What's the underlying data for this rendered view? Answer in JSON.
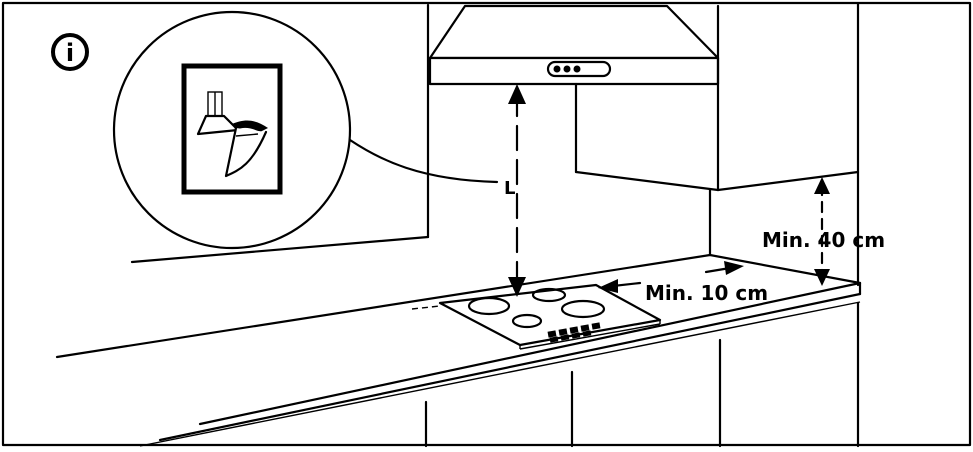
{
  "labels": {
    "height_l": "L",
    "min_40": "Min. 40 cm",
    "min_10": "Min. 10 cm",
    "info_glyph": "i"
  },
  "icons": [
    "info-icon",
    "hood-manual-icon"
  ]
}
